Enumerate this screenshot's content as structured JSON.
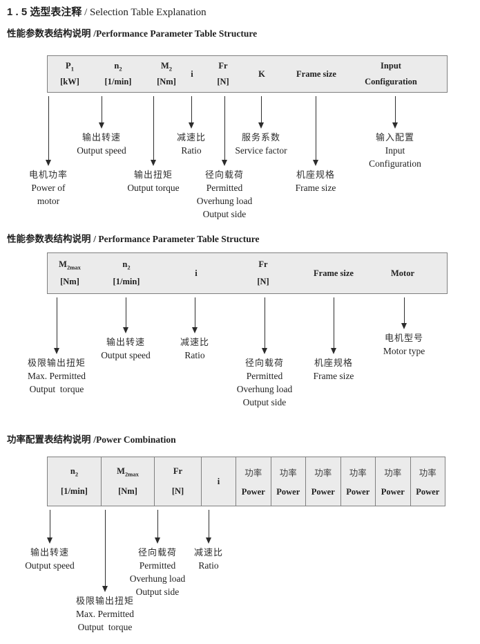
{
  "colors": {
    "table_bg": "#ebebeb",
    "table_border": "#7e7e7e",
    "text": "#1f1f1f"
  },
  "title": {
    "cn": "1 . 5 选型表注释",
    "en": " / Selection Table Explanation"
  },
  "s1": {
    "heading_cn": "性能参数表结构说明 ",
    "heading_en": "/Performance Parameter Table Structure",
    "table": {
      "cols": [
        {
          "base": "P",
          "sub": "1",
          "unit": "[kW]"
        },
        {
          "base": "n",
          "sub": "2",
          "unit": "[1/min]"
        },
        {
          "base": "M",
          "sub": "2",
          "unit": "[Nm]"
        },
        {
          "base": "i",
          "sub": "",
          "unit": ""
        },
        {
          "base": "Fr",
          "sub": "",
          "unit": "[N]"
        },
        {
          "base": "K",
          "sub": "",
          "unit": ""
        },
        {
          "base": "Frame size",
          "sub": "",
          "unit": ""
        },
        {
          "base": "Input",
          "sub": "",
          "unit": "Configuration"
        }
      ]
    },
    "callouts": [
      {
        "cn": "电机功率",
        "en": [
          "Power of",
          "motor"
        ]
      },
      {
        "cn": "输出转速",
        "en": [
          "Output speed"
        ]
      },
      {
        "cn": "输出扭矩",
        "en": [
          "Output torque"
        ]
      },
      {
        "cn": "减速比",
        "en": [
          "Ratio"
        ]
      },
      {
        "cn": "径向载荷",
        "en": [
          "Permitted",
          "Overhung load",
          "Output side"
        ]
      },
      {
        "cn": "服务系数",
        "en": [
          "Service factor"
        ]
      },
      {
        "cn": "机座规格",
        "en": [
          "Frame size"
        ]
      },
      {
        "cn": "输入配置",
        "en": [
          "Input",
          "Configuration"
        ]
      }
    ]
  },
  "s2": {
    "heading_cn": "性能参数表结构说明 ",
    "heading_en": "/ Performance Parameter Table Structure",
    "table": {
      "cols": [
        {
          "base": "M",
          "sub": "2max",
          "unit": "[Nm]"
        },
        {
          "base": "n",
          "sub": "2",
          "unit": "[1/min]"
        },
        {
          "base": "i",
          "sub": "",
          "unit": ""
        },
        {
          "base": "Fr",
          "sub": "",
          "unit": "[N]"
        },
        {
          "base": "Frame size",
          "sub": "",
          "unit": ""
        },
        {
          "base": "Motor",
          "sub": "",
          "unit": ""
        }
      ]
    },
    "callouts": [
      {
        "cn": "极限输出扭矩",
        "en": [
          "Max. Permitted",
          "Output  torque"
        ]
      },
      {
        "cn": "输出转速",
        "en": [
          "Output speed"
        ]
      },
      {
        "cn": "减速比",
        "en": [
          "Ratio"
        ]
      },
      {
        "cn": "径向载荷",
        "en": [
          "Permitted",
          "Overhung load",
          "Output side"
        ]
      },
      {
        "cn": "机座规格",
        "en": [
          "Frame size"
        ]
      },
      {
        "cn": "电机型号",
        "en": [
          "Motor type"
        ]
      }
    ]
  },
  "s3": {
    "heading_cn": "功率配置表结构说明 ",
    "heading_en": "/Power Combination",
    "table": {
      "param_cols": [
        {
          "base": "n",
          "sub": "2",
          "unit": "[1/min]"
        },
        {
          "base": "M",
          "sub": "2max",
          "unit": "[Nm]"
        },
        {
          "base": "Fr",
          "sub": "",
          "unit": "[N]"
        },
        {
          "base": "i",
          "sub": "",
          "unit": ""
        }
      ],
      "power_col": {
        "cn": "功率",
        "en": "Power"
      },
      "power_col_count": 6
    },
    "callouts": [
      {
        "cn": "输出转速",
        "en": [
          "Output speed"
        ]
      },
      {
        "cn": "极限输出扭矩",
        "en": [
          "Max. Permitted",
          "Output  torque"
        ]
      },
      {
        "cn": "径向载荷",
        "en": [
          "Permitted",
          "Overhung load",
          "Output side"
        ]
      },
      {
        "cn": "减速比",
        "en": [
          "Ratio"
        ]
      }
    ]
  }
}
